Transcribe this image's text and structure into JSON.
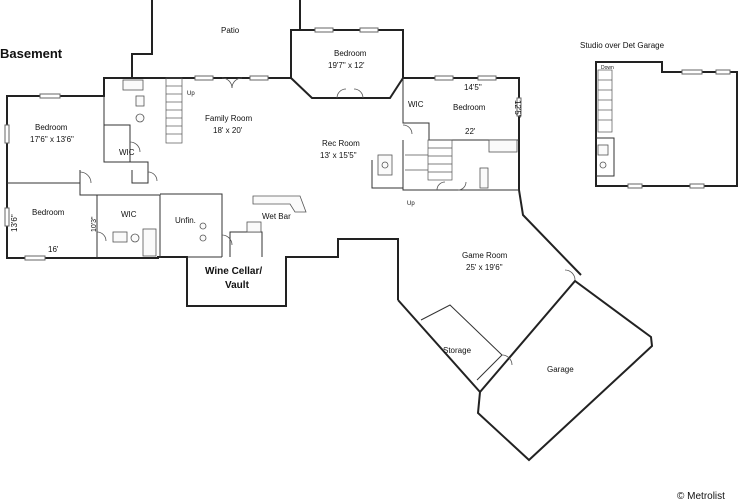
{
  "plan_title": "Basement",
  "studio_title": "Studio over Det Garage",
  "watermark": "© Metrolist",
  "rooms": {
    "patio": "Patio",
    "bedroom_top": "Bedroom",
    "bedroom_top_dim": "19'7\" x 12'",
    "bedroom_left": "Bedroom",
    "bedroom_left_dim": "17'6\" x 13'6\"",
    "wic_left": "WIC",
    "bedroom_bottom": "Bedroom",
    "bedroom_bottom_w": "16'",
    "bedroom_bottom_h": "13'6\"",
    "wic_bottom": "WIC",
    "wic_bottom_dim": "10'3\"",
    "unfin": "Unfin.",
    "wet_bar": "Wet Bar",
    "wine_cellar_1": "Wine Cellar/",
    "wine_cellar_2": "Vault",
    "family_room": "Family Room",
    "family_room_dim": "18' x 20'",
    "rec_room": "Rec Room",
    "rec_room_dim": "13' x 15'5\"",
    "wic_right": "WIC",
    "bedroom_right": "Bedroom",
    "bedroom_right_w1": "14'5\"",
    "bedroom_right_w2": "22'",
    "bedroom_right_h": "12'5\"",
    "game_room": "Game Room",
    "game_room_dim": "25' x 19'6\"",
    "storage": "Storage",
    "garage": "Garage",
    "up_1": "Up",
    "up_2": "Up",
    "studio_down": "Down"
  }
}
